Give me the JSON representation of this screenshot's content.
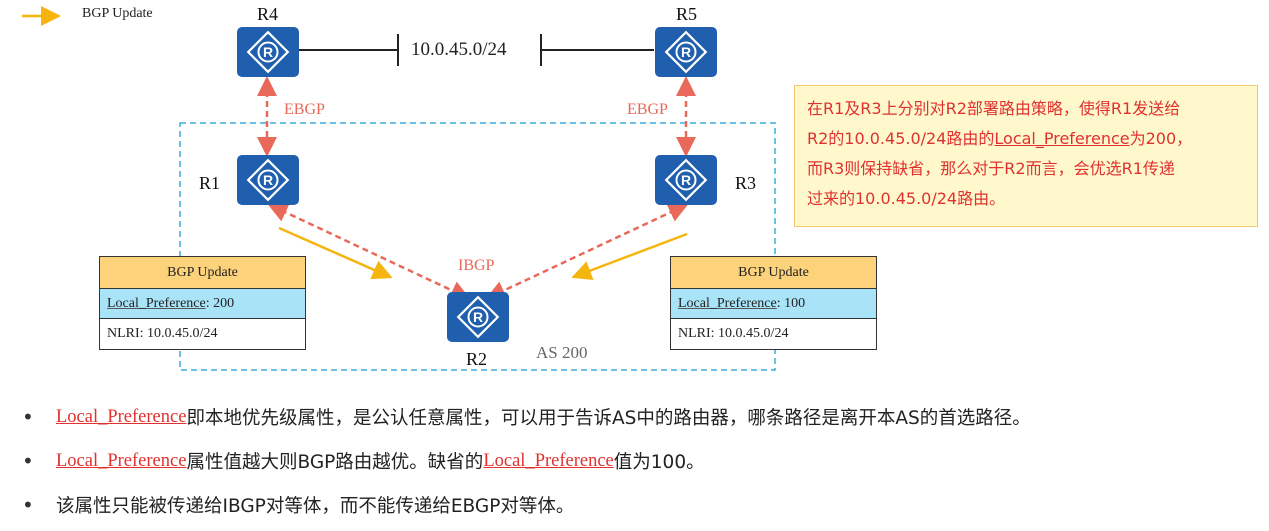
{
  "legend": {
    "label": "BGP Update",
    "color": "#f5b50e"
  },
  "routers": {
    "r4": "R4",
    "r5": "R5",
    "r1": "R1",
    "r3": "R3",
    "r2": "R2"
  },
  "network": "10.0.45.0/24",
  "links": {
    "ebgp_left": "EBGP",
    "ebgp_right": "EBGP",
    "ibgp": "IBGP"
  },
  "as_label": "AS 200",
  "update_left": {
    "header": "BGP Update",
    "lp_key": "Local_Preference",
    "lp_value": ": 200",
    "nlri": "NLRI: 10.0.45.0/24"
  },
  "update_right": {
    "header": "BGP Update",
    "lp_key": "Local_Preference",
    "lp_value": ": 100",
    "nlri": "NLRI: 10.0.45.0/24"
  },
  "note": {
    "l1": "在R1及R3上分别对R2部署路由策略，使得R1发送给",
    "l2a": "R2的10.0.45.0/24路由的",
    "l2b": "Local_Preference",
    "l2c": "为200，",
    "l3": "而R3则保持缺省，那么对于R2而言，会优选R1传递",
    "l4": "过来的10.0.45.0/24路由。"
  },
  "bullets": [
    {
      "red": "Local_Preference",
      "text": "即本地优先级属性，是公认任意属性，可以用于告诉AS中的路由器，哪条路径是离开本AS的首选路径。"
    },
    {
      "red": "Local_Preference",
      "text": "属性值越大则BGP路由越优。缺省的",
      "red2": "Local_Preference",
      "text2": "值为100。"
    },
    {
      "text": "该属性只能被传递给IBGP对等体，而不能传递给EBGP对等体。"
    }
  ],
  "colors": {
    "router": "#1f5fad",
    "bgp_link": "#e8685a",
    "as_border": "#3aaede",
    "update_arrow": "#f5b50e",
    "lp_bg": "#a9e3f7",
    "hdr_bg": "#fcd27a"
  }
}
